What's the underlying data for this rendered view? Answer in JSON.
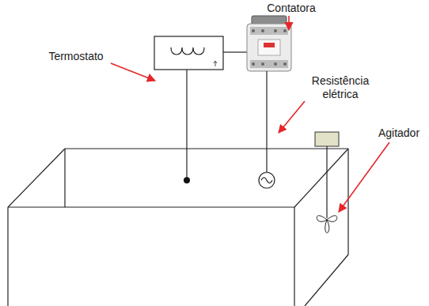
{
  "diagram": {
    "labels": [
      "Contatora",
      "Termostato",
      "Resistência elétrica",
      "Agitador"
    ]
  }
}
